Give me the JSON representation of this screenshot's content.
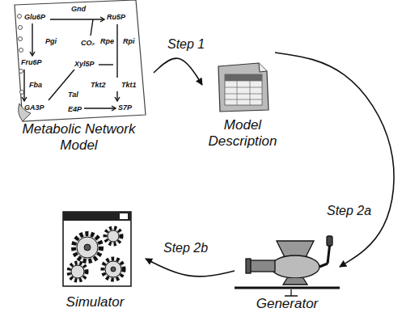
{
  "diagram": {
    "nodes": [
      {
        "text": [
          "Metabolic Network Model"
        ]
      },
      {
        "text": [
          "Model Description"
        ]
      },
      {
        "text": [
          "Generator"
        ]
      },
      {
        "text": [
          "Simulator"
        ]
      }
    ],
    "edges": [
      {
        "from": 0,
        "to": 1,
        "label": "Step 1",
        "arrow": "to"
      },
      {
        "from": 1,
        "to": 2,
        "label": "Step 2a",
        "arrow": "to"
      },
      {
        "from": 2,
        "to": 3,
        "label": "Step 2b",
        "arrow": "to"
      }
    ],
    "labels": [
      "Glu6P",
      "Gnd",
      "Ru5P",
      "Pgi",
      "CO₂",
      "Rpe",
      "Rpi",
      "Fru6P",
      "Xyl5P",
      "Fba",
      "Tkt2",
      "Tkt1",
      "Tal",
      "GA3P",
      "E4P",
      "S7P"
    ]
  }
}
